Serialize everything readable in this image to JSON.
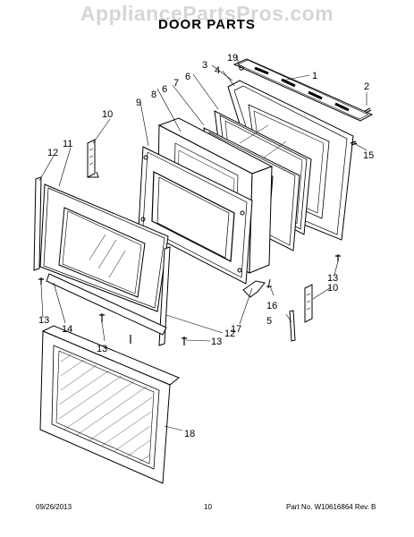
{
  "watermark": "AppliancePartsPros.com",
  "title": "DOOR PARTS",
  "footer": {
    "date": "09/26/2013",
    "page": "10",
    "part_no": "Part No.  W10616864  Rev. B"
  },
  "callouts": {
    "p1": "1",
    "p2": "2",
    "p3": "3",
    "p4": "4",
    "p5": "5",
    "p6a": "6",
    "p6b": "6",
    "p7": "7",
    "p8": "8",
    "p9": "9",
    "p10a": "10",
    "p10b": "10",
    "p11": "11",
    "p12a": "12",
    "p12b": "12",
    "p13a": "13",
    "p13b": "13",
    "p13c": "13",
    "p13d": "13",
    "p14": "14",
    "p15": "15",
    "p16": "16",
    "p17": "17",
    "p18": "18",
    "p19": "19"
  }
}
